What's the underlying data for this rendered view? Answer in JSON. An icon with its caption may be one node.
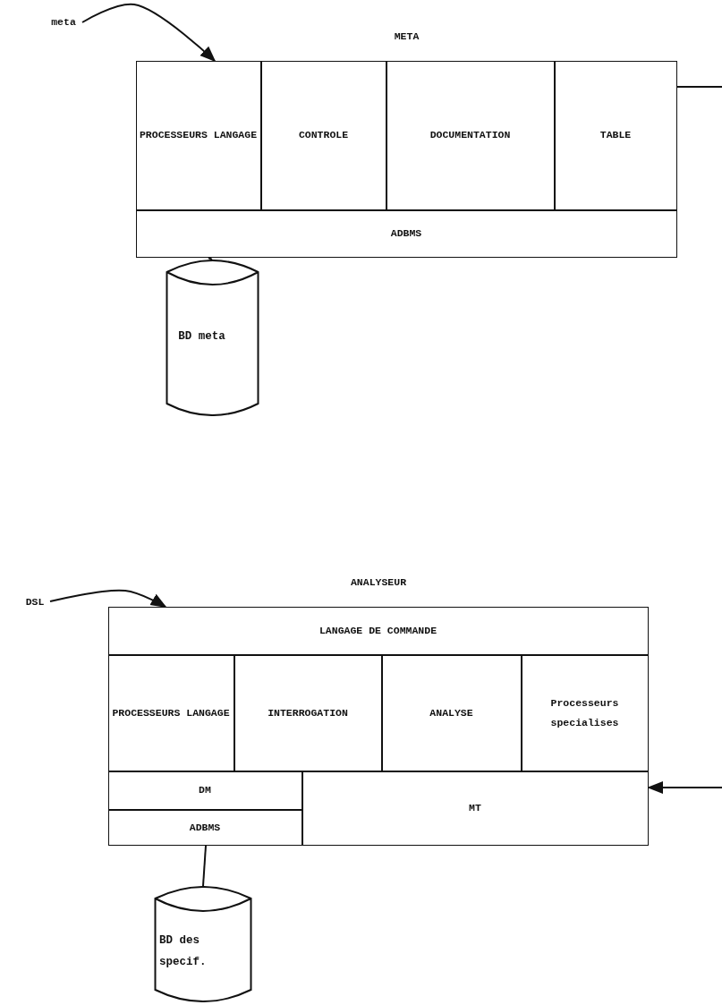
{
  "diagram": {
    "nodes": [
      {
        "text": [
          "meta"
        ]
      },
      {
        "text": [
          "META"
        ]
      },
      {
        "text": [
          "PROCESSEURS LANGAGE"
        ],
        "in": 1
      },
      {
        "text": [
          "CONTROLE"
        ],
        "in": 1
      },
      {
        "text": [
          "DOCUMENTATION"
        ],
        "in": 1
      },
      {
        "text": [
          "TABLE"
        ],
        "in": 1
      },
      {
        "text": [
          "ADBMS"
        ],
        "in": 1
      },
      {
        "text": [
          "BD meta"
        ]
      },
      {
        "text": [
          "DSL"
        ]
      },
      {
        "text": [
          "ANALYSEUR"
        ]
      },
      {
        "text": [
          "LANGAGE DE COMMANDE"
        ],
        "in": 9
      },
      {
        "text": [
          "PROCESSEURS LANGAGE"
        ],
        "in": 9
      },
      {
        "text": [
          "INTERROGATION"
        ],
        "in": 9
      },
      {
        "text": [
          "ANALYSE"
        ],
        "in": 9
      },
      {
        "text": [
          "Processeurs specialises"
        ],
        "in": 9
      },
      {
        "text": [
          "DM"
        ],
        "in": 9
      },
      {
        "text": [
          "ADBMS"
        ],
        "in": 9
      },
      {
        "text": [
          "MT"
        ],
        "in": 9
      },
      {
        "text": [
          "BD des specif."
        ]
      }
    ],
    "edges": [
      {
        "from": 0,
        "to": 1,
        "arrow": "to"
      },
      {
        "from": 1,
        "to": null,
        "arrow": "none"
      },
      {
        "from": 6,
        "to": 7,
        "arrow": "none"
      },
      {
        "from": 8,
        "to": 9,
        "arrow": "to"
      },
      {
        "from": null,
        "to": 17,
        "arrow": "to"
      },
      {
        "from": 16,
        "to": 18,
        "arrow": "none"
      }
    ]
  }
}
